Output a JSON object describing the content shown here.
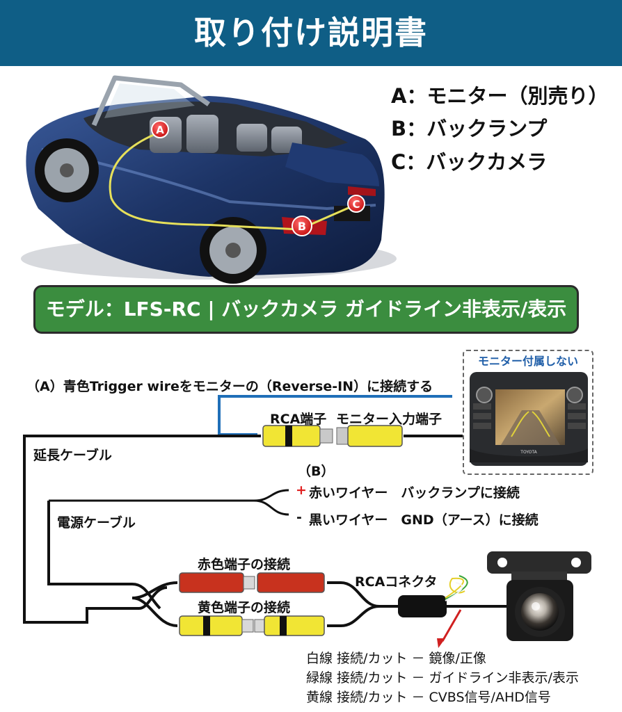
{
  "header": {
    "title": "取り付け説明書"
  },
  "legend": [
    {
      "key": "A",
      "text": "A：モニター（別売り）"
    },
    {
      "key": "B",
      "text": "B：バックランプ"
    },
    {
      "key": "C",
      "text": "C：バックカメラ"
    }
  ],
  "car_markers": [
    "A",
    "B",
    "C"
  ],
  "model_banner": {
    "text": "モデル：LFS-RC | バックカメラ ガイドライン非表示/表示"
  },
  "colors": {
    "header": "#0f5e86",
    "banner": "#3b8d3f",
    "trigger_wire": "#1f6fb8",
    "red_plus": "#e02020",
    "arrow": "#d02020",
    "yellow_connector": "#f1e534",
    "red_connector": "#c8321e"
  },
  "wiring": {
    "trigger_label": "（A）青色Trigger wireをモニターの（Reverse-IN）に接続する",
    "monitor_note": "モニター付属しない",
    "monitor_brand": "TOYOTA",
    "rca_terminal": "RCA端子",
    "monitor_input": "モニター入力端子",
    "extension_cable": "延長ケーブル",
    "b_label": "（B）",
    "plus_sign": "+",
    "red_wire": "赤いワイヤー　バックランプに接続",
    "minus_sign": "-",
    "black_wire": "黒いワイヤー　GND（アース）に接続",
    "power_cable": "電源ケーブル",
    "red_connection": "赤色端子の接続",
    "yellow_connection": "黄色端子の接続",
    "rca_connector": "RCAコネクタ"
  },
  "notes": [
    "白線 接続/カット － 鏡像/正像",
    "緑線 接続/カット － ガイドライン非表示/表示",
    "黄線 接続/カット － CVBS信号/AHD信号"
  ]
}
